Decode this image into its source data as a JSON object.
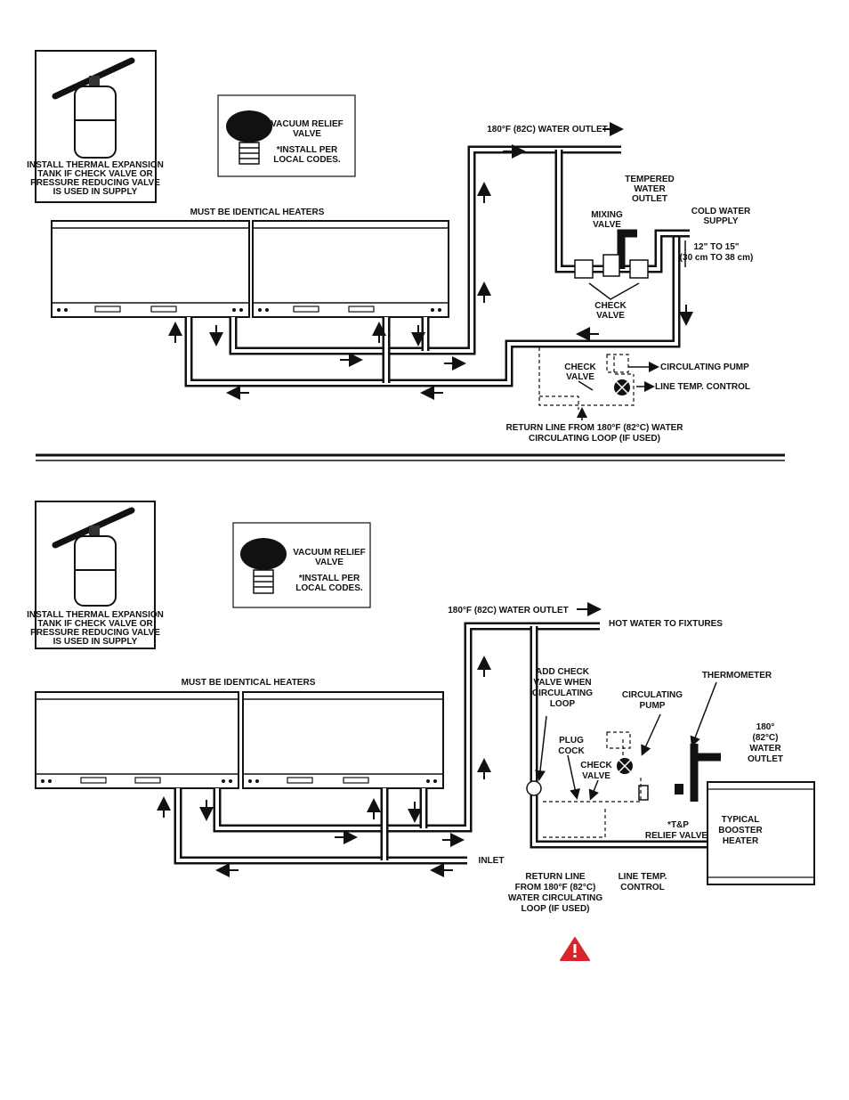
{
  "diagram_top": {
    "expansion_tank_note": [
      "INSTALL THERMAL EXPANSION",
      "TANK IF CHECK VALVE OR",
      "PRESSURE REDUCING VALVE",
      "IS USED IN SUPPLY"
    ],
    "vacuum_relief": [
      "VACUUM RELIEF",
      "VALVE"
    ],
    "install_note": [
      "*INSTALL PER",
      "LOCAL CODES."
    ],
    "heaters_label": "MUST BE IDENTICAL HEATERS",
    "water_outlet": "180°F (82C) WATER OUTLET",
    "tempered_outlet": [
      "TEMPERED",
      "WATER",
      "OUTLET"
    ],
    "mixing_valve": [
      "MIXING",
      "VALVE"
    ],
    "cold_supply": [
      "COLD WATER",
      "SUPPLY"
    ],
    "dimension": [
      "12\" TO 15\"",
      "(30 cm TO 38 cm)"
    ],
    "check_valve": [
      "CHECK",
      "VALVE"
    ],
    "check_valve_2": [
      "CHECK",
      "VALVE"
    ],
    "circulating_pump": "CIRCULATING PUMP",
    "line_temp_control": "LINE TEMP. CONTROL",
    "return_line": [
      "RETURN LINE FROM 180°F (82°C) WATER",
      "CIRCULATING LOOP (IF USED)"
    ]
  },
  "diagram_bottom": {
    "expansion_tank_note": [
      "INSTALL THERMAL EXPANSION",
      "TANK IF CHECK VALVE OR",
      "PRESSURE REDUCING VALVE",
      "IS USED IN SUPPLY"
    ],
    "vacuum_relief": [
      "VACUUM RELIEF",
      "VALVE"
    ],
    "install_note": [
      "*INSTALL PER",
      "LOCAL CODES."
    ],
    "heaters_label": "MUST BE IDENTICAL HEATERS",
    "water_outlet": "180°F (82C) WATER OUTLET",
    "hot_water_fixtures": "HOT WATER TO FIXTURES",
    "add_check_valve": [
      "ADD CHECK",
      "VALVE WHEN",
      "CIRCULATING",
      "LOOP"
    ],
    "circulating_pump": [
      "CIRCULATING",
      "PUMP"
    ],
    "thermometer": "THERMOMETER",
    "booster_outlet": [
      "180°",
      "(82°C)",
      "WATER",
      "OUTLET"
    ],
    "plug_cock": [
      "PLUG",
      "COCK"
    ],
    "check_valve": [
      "CHECK",
      "VALVE"
    ],
    "tp_relief": [
      "*T&P",
      "RELIEF VALVE"
    ],
    "booster_heater": [
      "TYPICAL",
      "BOOSTER",
      "HEATER"
    ],
    "inlet": "INLET",
    "return_line": [
      "RETURN LINE",
      "FROM 180°F (82°C)",
      "WATER CIRCULATING",
      "LOOP (IF USED)"
    ],
    "line_temp_control": [
      "LINE TEMP.",
      "CONTROL"
    ]
  },
  "warning_icon": "warning-triangle-icon",
  "colors": {
    "warning": "#d7262b",
    "ink": "#111111"
  }
}
